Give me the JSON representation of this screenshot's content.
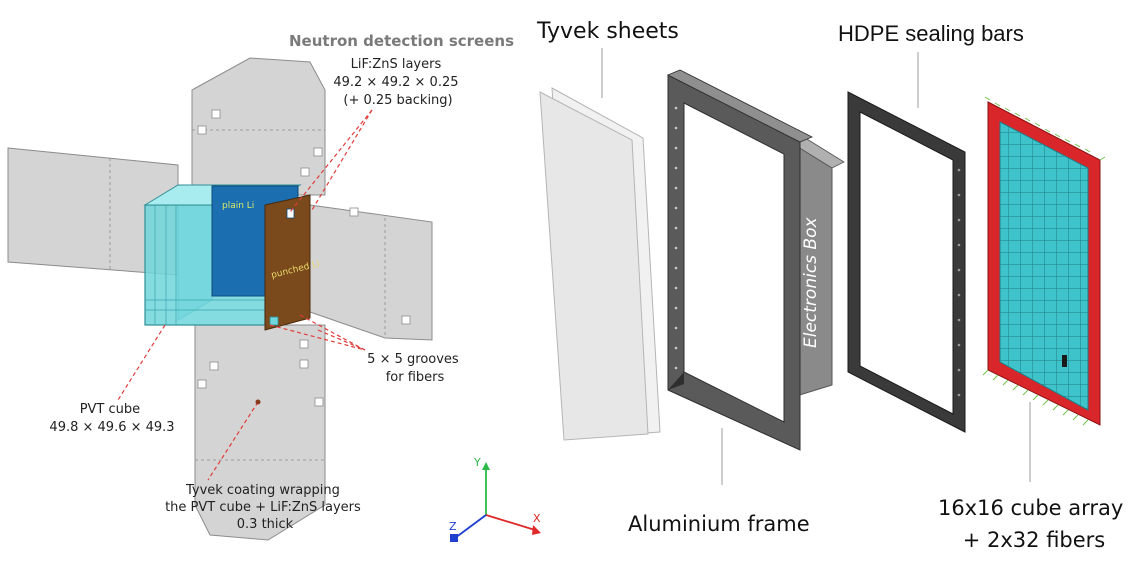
{
  "left_panel": {
    "screens_title": "Neutron detection screens",
    "layers_label": [
      "LiF:ZnS layers",
      "49.2 × 49.2 × 0.25",
      "(+ 0.25 backing)"
    ],
    "plain_label": "plain Li",
    "punched_label": "punched Li",
    "grooves_label": [
      "5 × 5 grooves",
      "for fibers"
    ],
    "pvt_label": [
      "PVT cube",
      "49.8 × 49.6 × 49.3"
    ],
    "tyvek_label": [
      "Tyvek coating wrapping",
      "the PVT cube + LiF:ZnS layers",
      "0.3 thick"
    ]
  },
  "axes": {
    "x": "X",
    "y": "Y",
    "z": "Z"
  },
  "right_panel": {
    "tyvek_sheets": "Tyvek sheets",
    "hdpe_bars": "HDPE sealing bars",
    "aluminium_frame": "Aluminium frame",
    "electronics_box": "Electronics Box",
    "cube_array": [
      "16x16 cube array",
      "+ 2x32 fibers"
    ]
  },
  "colors": {
    "cube": "#6fd6dc",
    "plain_layer": "#1b6fb0",
    "punched_layer": "#7a4a1c",
    "wrap": "#d4d4d4",
    "leader": "#e23b3b",
    "frame": "#5a5a5a",
    "bars": "#3a3a3a",
    "array_border": "#d9262a",
    "array_cells": "#3fc3cb"
  }
}
